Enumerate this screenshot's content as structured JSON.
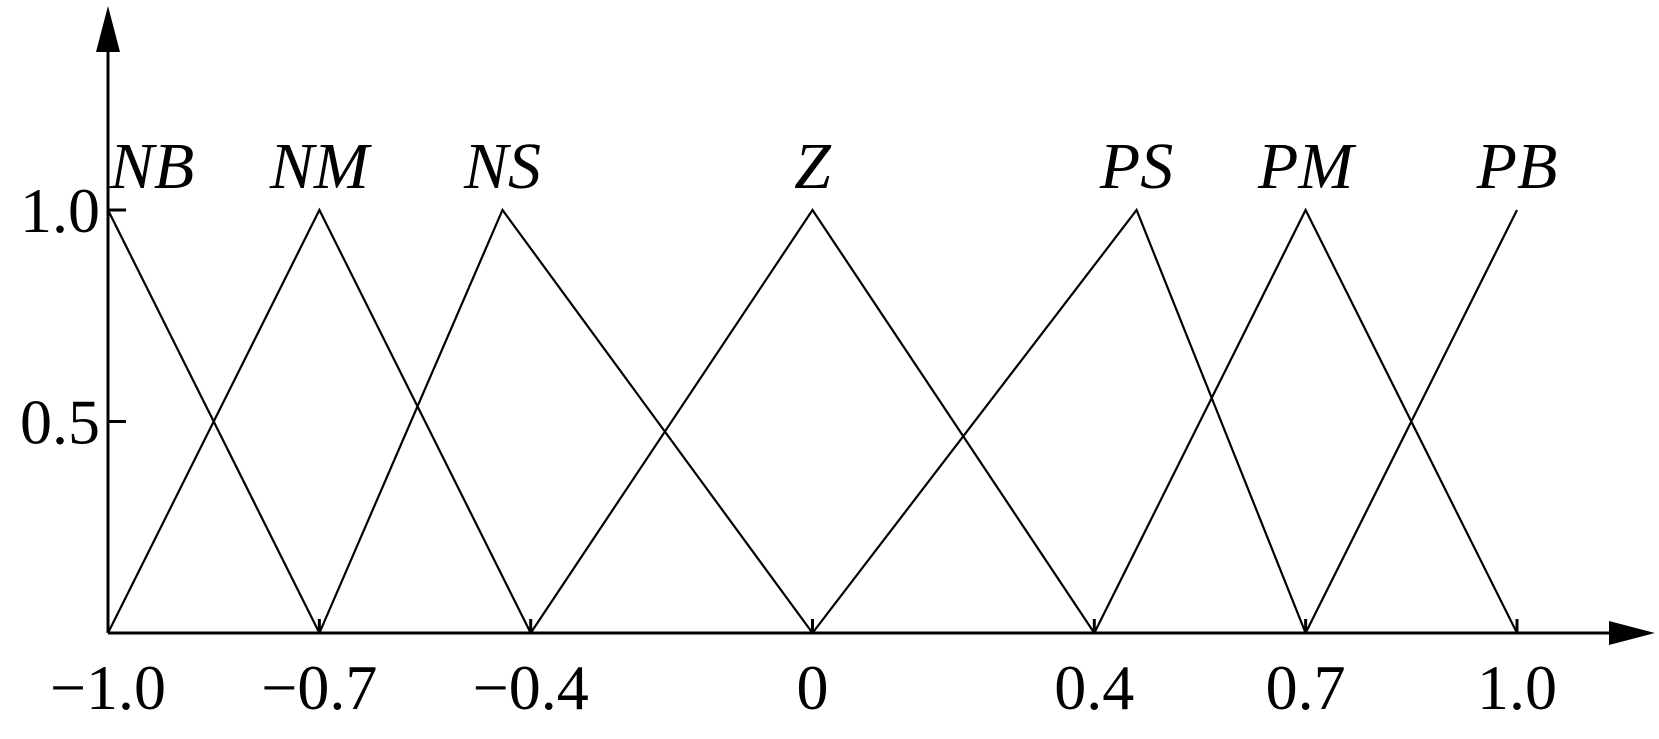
{
  "chart_data": {
    "type": "line",
    "title": "",
    "xlabel": "",
    "ylabel": "",
    "xlim": [
      -1.0,
      1.15
    ],
    "ylim": [
      0,
      1.5
    ],
    "x_ticks": [
      -1.0,
      -0.7,
      -0.4,
      0,
      0.4,
      0.7,
      1.0
    ],
    "x_tick_labels": [
      "−1.0",
      "−0.7",
      "−0.4",
      "0",
      "0.4",
      "0.7",
      "1.0"
    ],
    "y_ticks": [
      0.5,
      1.0
    ],
    "y_tick_labels": [
      "0.5",
      "1.0"
    ],
    "grid": false,
    "series": [
      {
        "name": "NB",
        "x": [
          -1.0,
          -0.7
        ],
        "y": [
          1.0,
          0
        ]
      },
      {
        "name": "NM",
        "x": [
          -1.0,
          -0.7,
          -0.4
        ],
        "y": [
          0,
          1.0,
          0
        ]
      },
      {
        "name": "NS",
        "x": [
          -0.7,
          -0.44,
          0
        ],
        "y": [
          0,
          1.0,
          0
        ]
      },
      {
        "name": "Z",
        "x": [
          -0.4,
          0,
          0.4
        ],
        "y": [
          0,
          1.0,
          0
        ]
      },
      {
        "name": "PS",
        "x": [
          0,
          0.46,
          0.7
        ],
        "y": [
          0,
          1.0,
          0
        ]
      },
      {
        "name": "PM",
        "x": [
          0.4,
          0.7,
          1.0
        ],
        "y": [
          0,
          1.0,
          0
        ]
      },
      {
        "name": "PB",
        "x": [
          0.7,
          1.0
        ],
        "y": [
          0,
          1.0
        ]
      }
    ]
  }
}
